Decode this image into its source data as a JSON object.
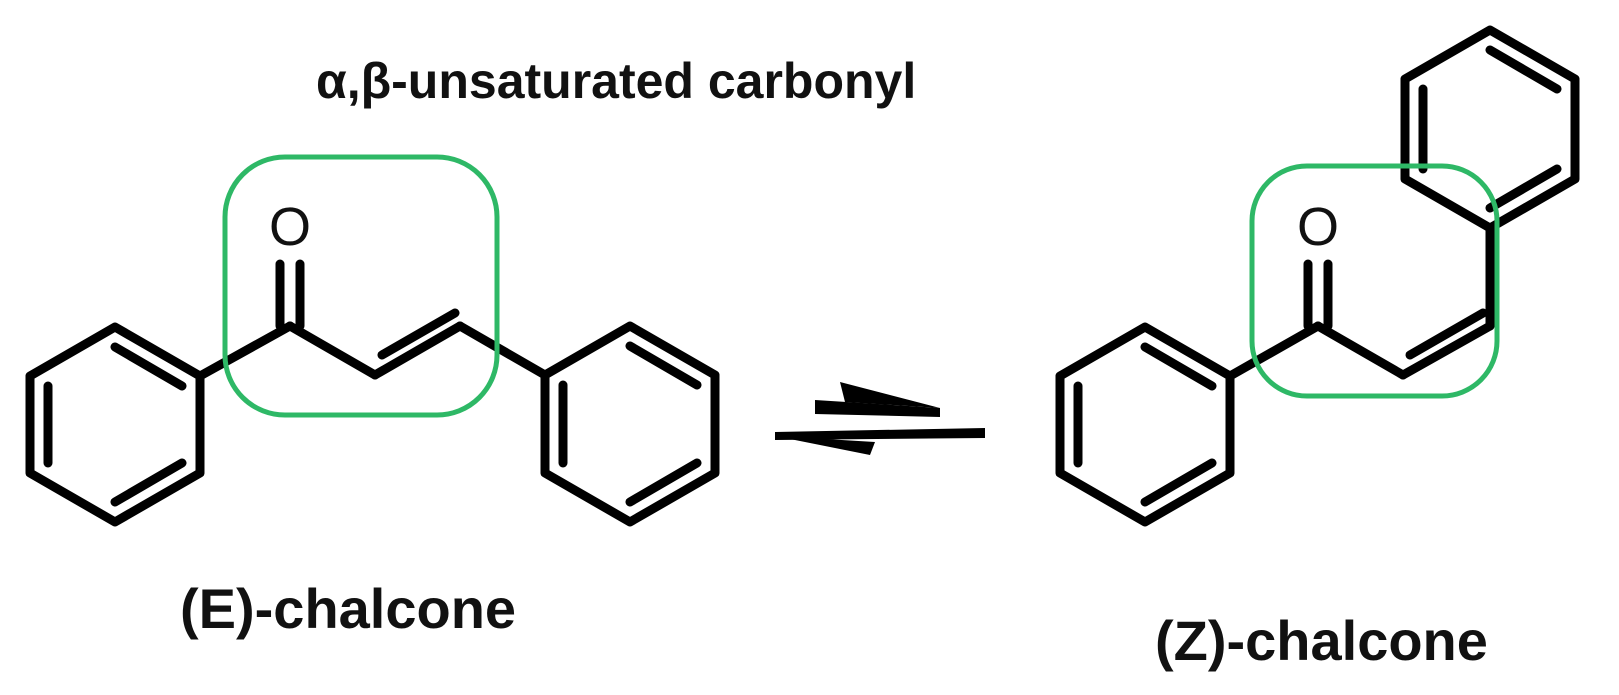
{
  "title": "α,β-unsaturated carbonyl",
  "left_molecule": {
    "name": "(E)-chalcone",
    "carbonyl_atom": "O"
  },
  "right_molecule": {
    "name": "(Z)-chalcone",
    "carbonyl_atom": "O"
  },
  "colors": {
    "highlight": "#2eb866",
    "bonds": "#000000",
    "background": "#ffffff"
  },
  "arrow": "equilibrium"
}
